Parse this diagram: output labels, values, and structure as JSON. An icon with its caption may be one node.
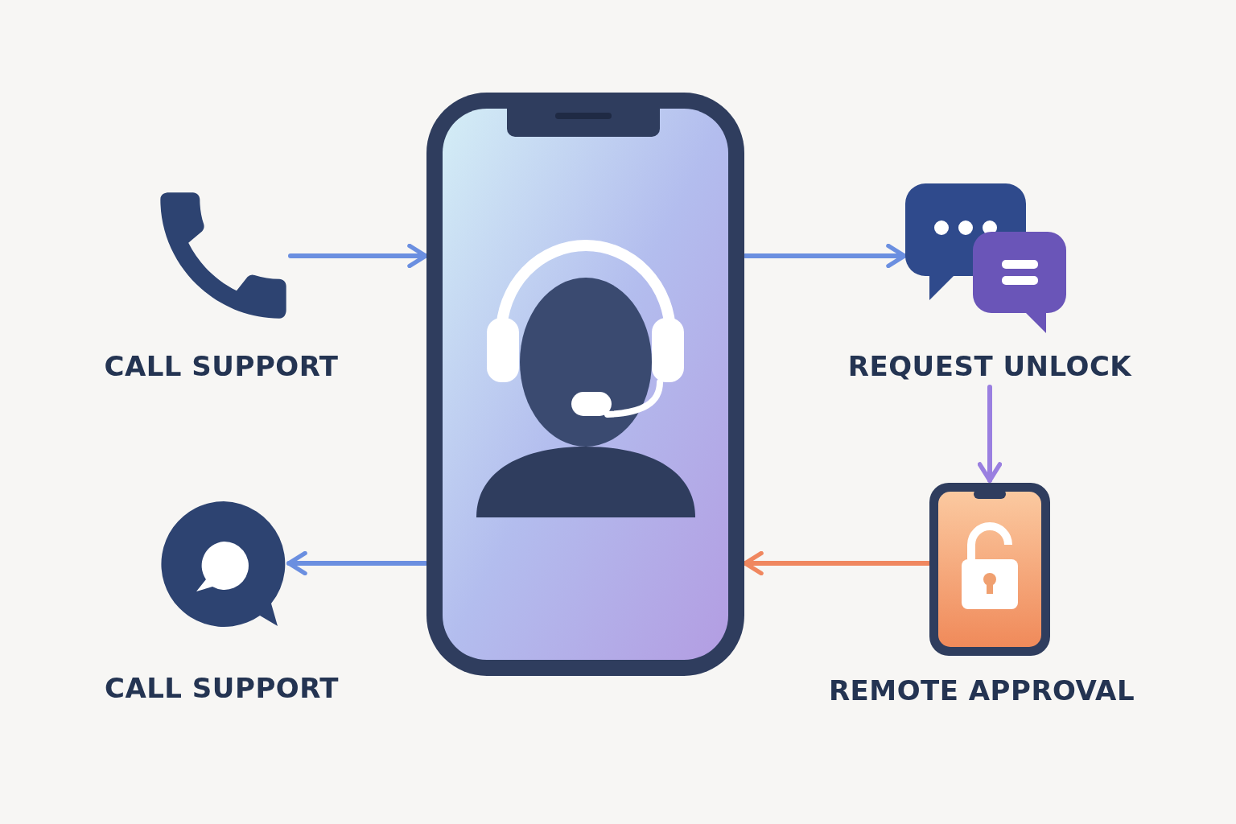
{
  "diagram": {
    "nodes": [
      {
        "text": [
          "CALL SUPPORT"
        ]
      },
      {
        "text": [],
        "shape": "picture"
      },
      {
        "text": [
          "REQUEST UNLOCK"
        ]
      },
      {
        "text": [
          "REMOTE APPROVAL"
        ]
      },
      {
        "text": [
          "CALL SUPPORT"
        ]
      }
    ],
    "edges": [
      {
        "from": 0,
        "to": 1,
        "arrow": "to"
      },
      {
        "from": 1,
        "to": 2,
        "arrow": "to"
      },
      {
        "from": 2,
        "to": 3,
        "arrow": "to",
        "color": "#9a7fe0"
      },
      {
        "from": 3,
        "to": 1,
        "arrow": "to",
        "color": "#f0875f"
      },
      {
        "from": 1,
        "to": 4,
        "arrow": "to"
      }
    ]
  }
}
